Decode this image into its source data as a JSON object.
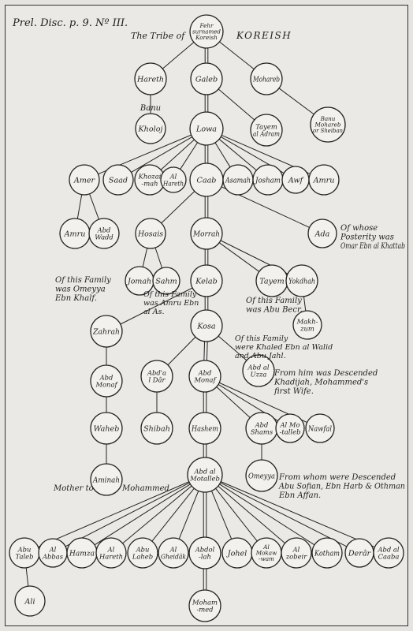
{
  "header": {
    "plate_ref": "Prel. Disc. p. 9. Nº III.",
    "tribe_prefix": "The Tribe of",
    "tribe_name": "KOREISH"
  },
  "nodes": [
    {
      "id": "fehr",
      "label": [
        "Fehr",
        "surnamed",
        "Koreish"
      ]
    },
    {
      "id": "hareth1",
      "label": [
        "Hareth"
      ]
    },
    {
      "id": "galeb",
      "label": [
        "Galeb"
      ]
    },
    {
      "id": "mohareb",
      "label": [
        "Mohareb"
      ]
    },
    {
      "id": "kholoj",
      "label": [
        "Kholoj"
      ]
    },
    {
      "id": "tayem1",
      "label": [
        "Tayem",
        "al Adram"
      ]
    },
    {
      "id": "banumohareb",
      "label": [
        "Banu",
        "Mohareb",
        "or Sheiban"
      ]
    },
    {
      "id": "lowa",
      "label": [
        "Lowa"
      ]
    },
    {
      "id": "amer",
      "label": [
        "Amer"
      ]
    },
    {
      "id": "saad",
      "label": [
        "Saad"
      ]
    },
    {
      "id": "khozaimah",
      "label": [
        "Khozai",
        "-mah"
      ]
    },
    {
      "id": "alhareth",
      "label": [
        "Al",
        "Hareth"
      ]
    },
    {
      "id": "caab",
      "label": [
        "Caab"
      ]
    },
    {
      "id": "asamah",
      "label": [
        "Asamah"
      ]
    },
    {
      "id": "josham",
      "label": [
        "Josham"
      ]
    },
    {
      "id": "awf",
      "label": [
        "Awf"
      ]
    },
    {
      "id": "amru1",
      "label": [
        "Amru"
      ]
    },
    {
      "id": "amru2",
      "label": [
        "Amru"
      ]
    },
    {
      "id": "abdwadd",
      "label": [
        "Abd",
        "Wadd"
      ]
    },
    {
      "id": "hosais",
      "label": [
        "Hosais"
      ]
    },
    {
      "id": "morrah",
      "label": [
        "Morrah"
      ]
    },
    {
      "id": "ada",
      "label": [
        "Ada"
      ]
    },
    {
      "id": "jomah",
      "label": [
        "Jomah"
      ]
    },
    {
      "id": "sahm",
      "label": [
        "Sahm"
      ]
    },
    {
      "id": "kelab",
      "label": [
        "Kelab"
      ]
    },
    {
      "id": "tayem2",
      "label": [
        "Tayem"
      ]
    },
    {
      "id": "yokdhah",
      "label": [
        "Yokdhah"
      ]
    },
    {
      "id": "makhzum",
      "label": [
        "Makh-",
        "zum"
      ]
    },
    {
      "id": "zahrah",
      "label": [
        "Zahrah"
      ]
    },
    {
      "id": "kosa",
      "label": [
        "Kosa"
      ]
    },
    {
      "id": "abdmonaf1",
      "label": [
        "Abd",
        "Monaf"
      ]
    },
    {
      "id": "abdaldar",
      "label": [
        "Abd'a",
        "l Dâr"
      ]
    },
    {
      "id": "abdmonaf2",
      "label": [
        "Abd",
        "Monaf"
      ]
    },
    {
      "id": "abdaluzza",
      "label": [
        "Abd al",
        "Uzza"
      ]
    },
    {
      "id": "waheb",
      "label": [
        "Waheb"
      ]
    },
    {
      "id": "shibah",
      "label": [
        "Shibah"
      ]
    },
    {
      "id": "hashem",
      "label": [
        "Hashem"
      ]
    },
    {
      "id": "abdshams",
      "label": [
        "Abd",
        "Shams"
      ]
    },
    {
      "id": "almotalleb1",
      "label": [
        "Al Mo",
        "-talleb"
      ]
    },
    {
      "id": "nawfal",
      "label": [
        "Nawfal"
      ]
    },
    {
      "id": "aminah",
      "label": [
        "Aminah"
      ]
    },
    {
      "id": "abdalmotalleb",
      "label": [
        "Abd al",
        "Motalleb"
      ]
    },
    {
      "id": "omeyya",
      "label": [
        "Omeyya"
      ]
    },
    {
      "id": "abutaleb",
      "label": [
        "Abu",
        "Taleb"
      ]
    },
    {
      "id": "alabbas",
      "label": [
        "Al",
        "Abbas"
      ]
    },
    {
      "id": "hamza",
      "label": [
        "Hamza"
      ]
    },
    {
      "id": "alhareth2",
      "label": [
        "Al",
        "Hareth"
      ]
    },
    {
      "id": "abulaheb",
      "label": [
        "Abu",
        "Laheb"
      ]
    },
    {
      "id": "algheidak",
      "label": [
        "Al",
        "Gheidâk"
      ]
    },
    {
      "id": "abdollah",
      "label": [
        "Abdol",
        "-lah"
      ]
    },
    {
      "id": "johel",
      "label": [
        "Johel"
      ]
    },
    {
      "id": "almokawwam",
      "label": [
        "Al",
        "Mokaw",
        "-wam"
      ]
    },
    {
      "id": "alzobeir",
      "label": [
        "Al",
        "zobeir"
      ]
    },
    {
      "id": "kothum",
      "label": [
        "Kotham"
      ]
    },
    {
      "id": "derar",
      "label": [
        "Derâr"
      ]
    },
    {
      "id": "abdalcaaba",
      "label": [
        "Abd al",
        "Caaba"
      ]
    },
    {
      "id": "ali",
      "label": [
        "Ali"
      ]
    },
    {
      "id": "mohammed",
      "label": [
        "Moham",
        "-med"
      ]
    }
  ],
  "annotations": [
    {
      "id": "banu",
      "text": [
        "Banu"
      ]
    },
    {
      "id": "ada-note",
      "text": [
        "Of whose",
        "Posterity was",
        "Omar Ebn al Khattab"
      ]
    },
    {
      "id": "jomah-note",
      "text": [
        "Of this Family",
        "was Omeyya",
        "Ebn Khalf."
      ]
    },
    {
      "id": "sahm-note",
      "text": [
        "Of this Family",
        "was Amru Ebn",
        "al As."
      ]
    },
    {
      "id": "tayem-note",
      "text": [
        "Of this Family",
        "was Abu Becr."
      ]
    },
    {
      "id": "makhzum-note",
      "text": [
        "Of this Family",
        "were Khaled Ebn al Walid",
        "and Abu Jahl."
      ]
    },
    {
      "id": "abdmonaf-note",
      "text": [
        "From him was Descended",
        "Khadijah, Mohammed's",
        "first Wife."
      ]
    },
    {
      "id": "omeyya-note",
      "text": [
        "From whom were Descended",
        "Abu Sofian, Ebn Harb & Othman",
        "Ebn Affan."
      ]
    },
    {
      "id": "mother-to",
      "text": [
        "Mother to"
      ]
    },
    {
      "id": "mohammed-ref",
      "text": [
        "Mohammed"
      ]
    }
  ]
}
